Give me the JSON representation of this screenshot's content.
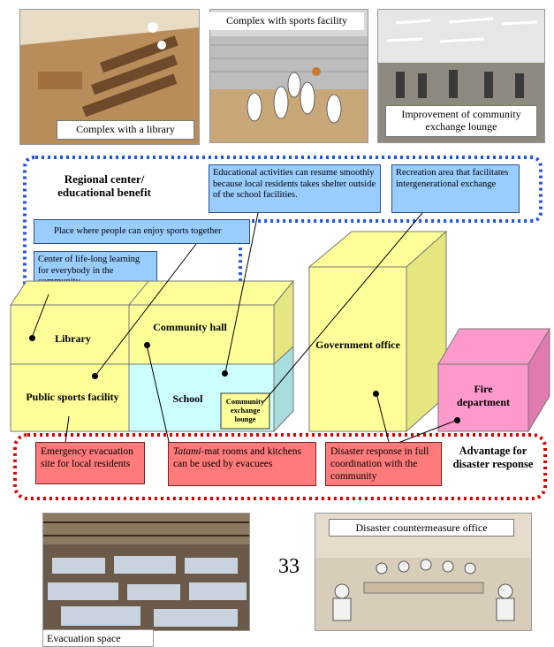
{
  "photos": {
    "library": {
      "caption": "Complex with a library"
    },
    "sports": {
      "caption": "Complex with sports facility"
    },
    "lounge": {
      "caption": "Improvement of community exchange lounge"
    },
    "evacuation": {
      "caption": "Evacuation space"
    },
    "countermeasure": {
      "caption": "Disaster countermeasure office"
    }
  },
  "regional": {
    "title": "Regional center/ educational benefit",
    "box_sports": "Place where people can enjoy sports together",
    "box_learning": "Center of life-long learning for everybody in the community",
    "box_education": "Educational activities can resume smoothly because local residents takes shelter outside of the school facilities.",
    "box_recreation": "Recreation area that facilitates intergenerational exchange"
  },
  "buildings": {
    "library": "Library",
    "community_hall": "Community hall",
    "sports_facility": "Public sports facility",
    "school": "School",
    "lounge": "Community exchange lounge",
    "government": "Government office",
    "fire": "Fire department"
  },
  "disaster": {
    "title": "Advantage for disaster response",
    "box_evacuation": "Emergency evacuation site for local residents",
    "box_tatami_italic": "Tatami",
    "box_tatami_rest": "-mat rooms and kitchens can be used by evacuees",
    "box_coordination": "Disaster response in full coordination with the community"
  },
  "page_number": "33",
  "colors": {
    "blue_box": "#99ccff",
    "red_box": "#ff7a7a",
    "yellow_building": "#ffff99",
    "cyan_school": "#ccffff",
    "pink_fire": "#ff99cc",
    "dotted_blue": "#2255dd",
    "dotted_red": "#dd0000"
  }
}
